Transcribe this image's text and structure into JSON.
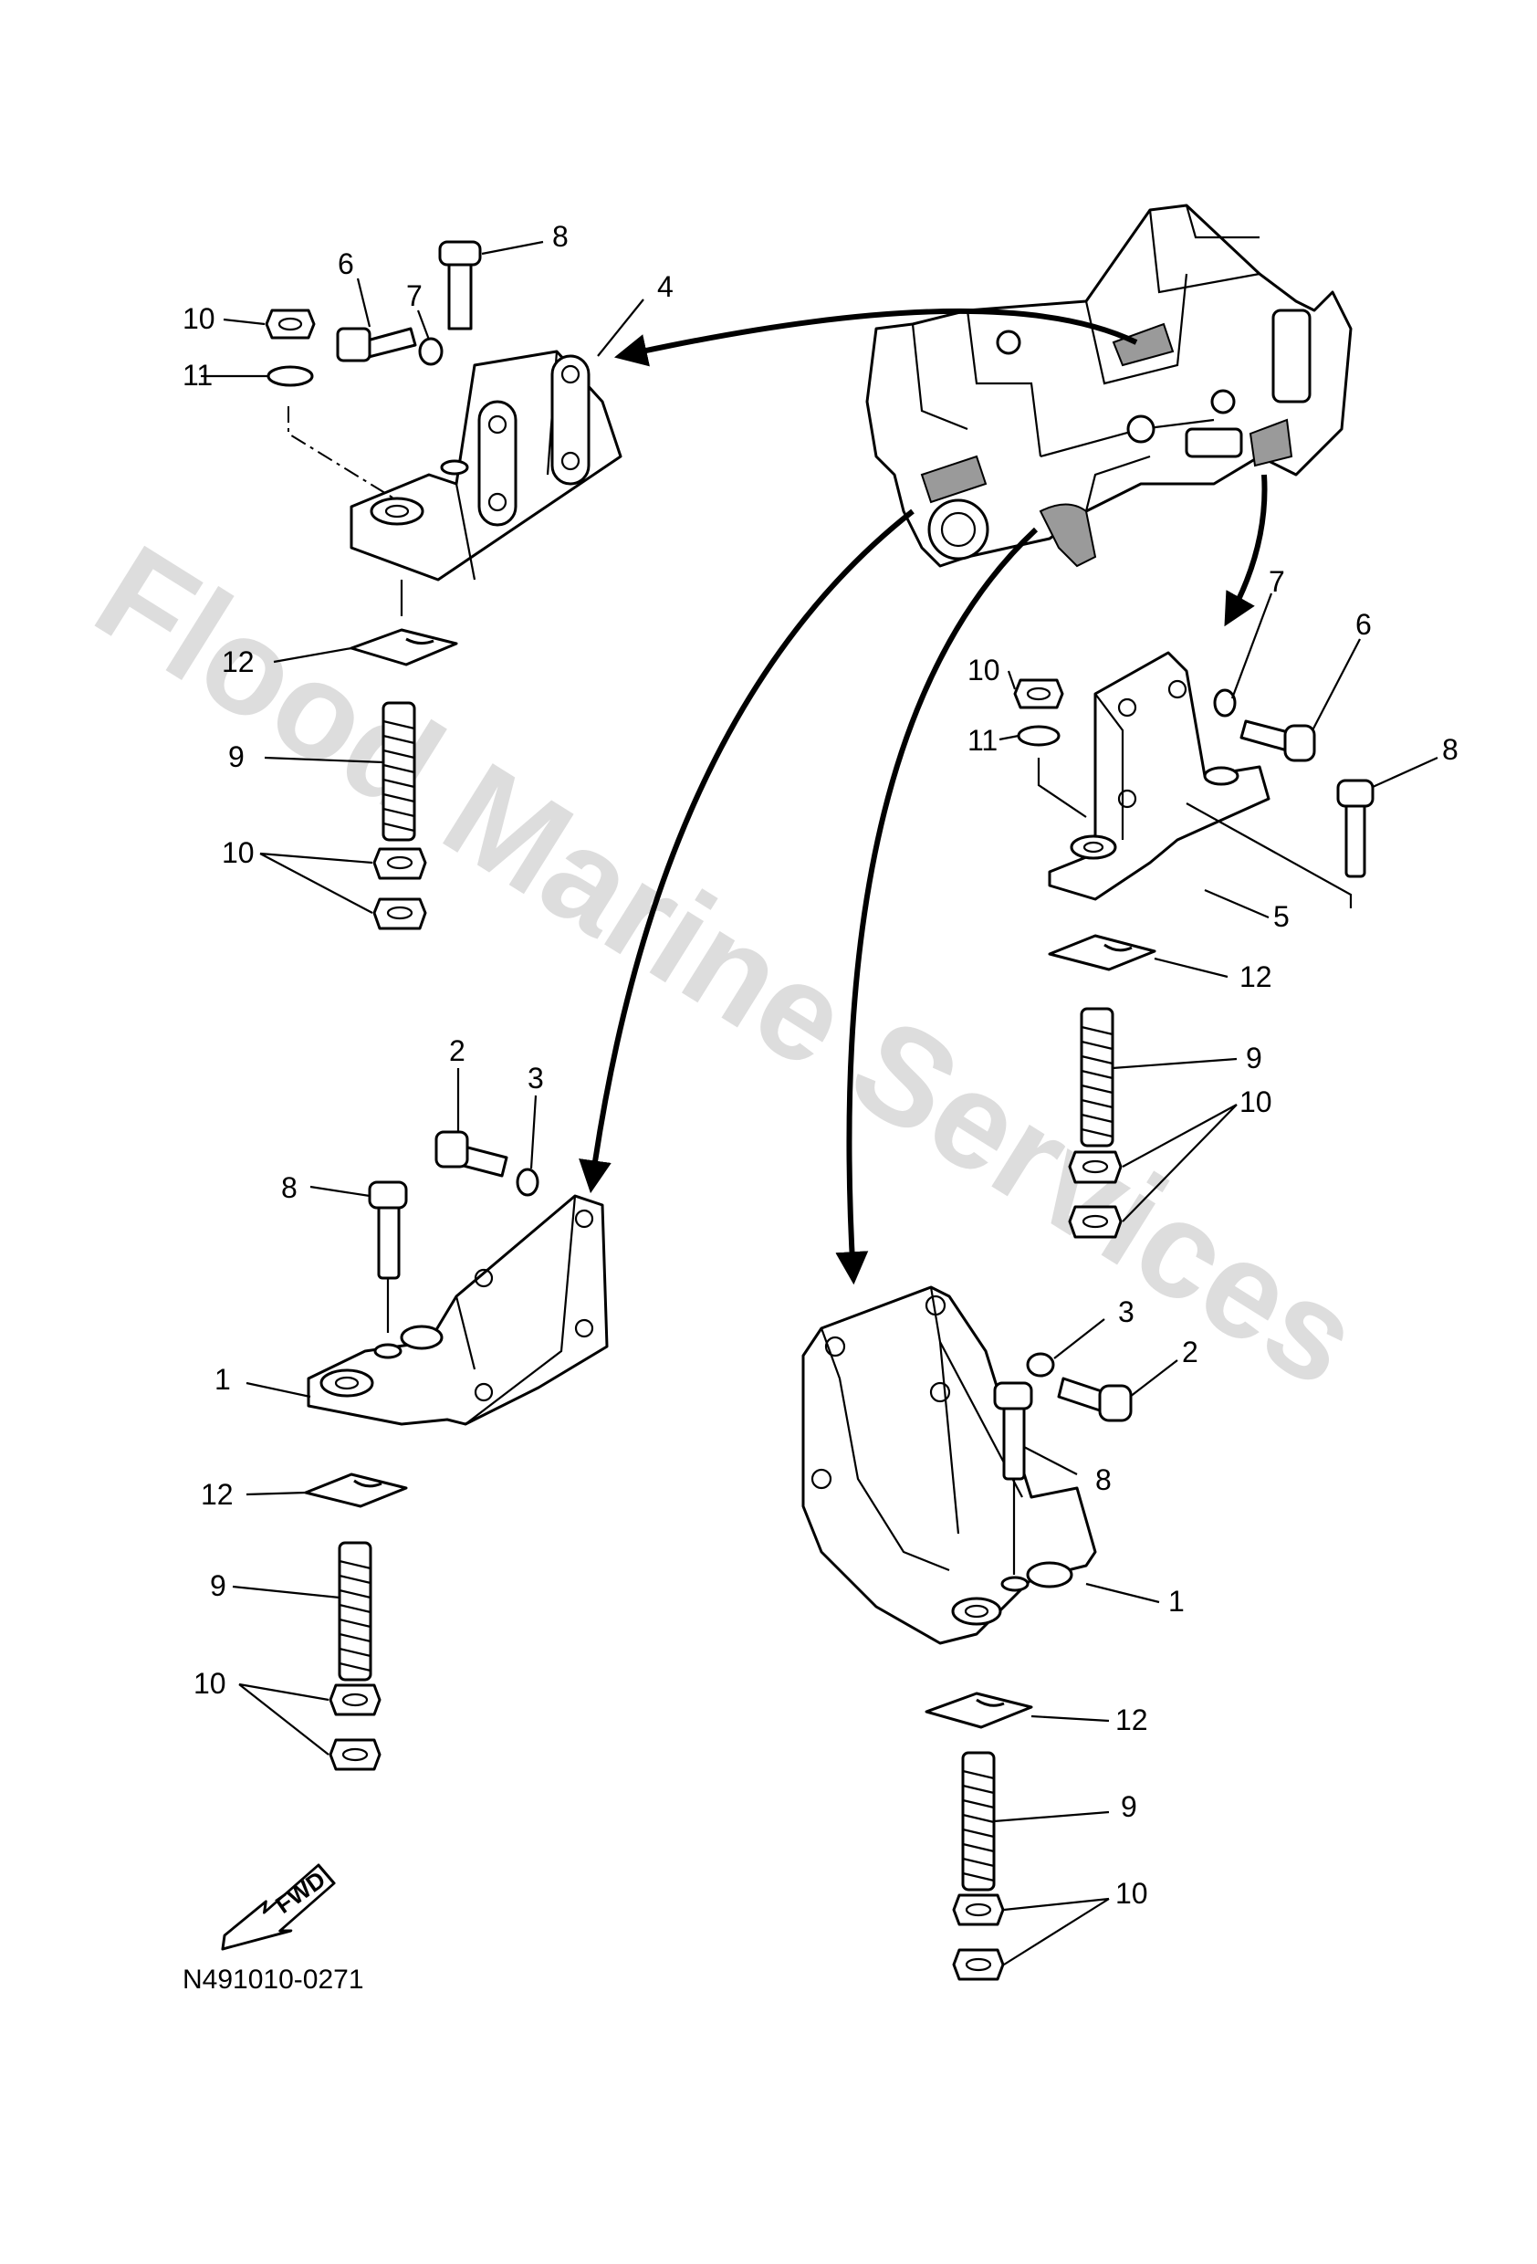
{
  "watermark": "Flood Marine Services",
  "drawing_code": "N491010-0271",
  "fwd_label": "FWD",
  "callouts": [
    "1",
    "2",
    "3",
    "4",
    "5",
    "6",
    "7",
    "8",
    "9",
    "10",
    "11",
    "12"
  ],
  "icons": {
    "fwd_arrow": "fwd-arrow-icon"
  }
}
